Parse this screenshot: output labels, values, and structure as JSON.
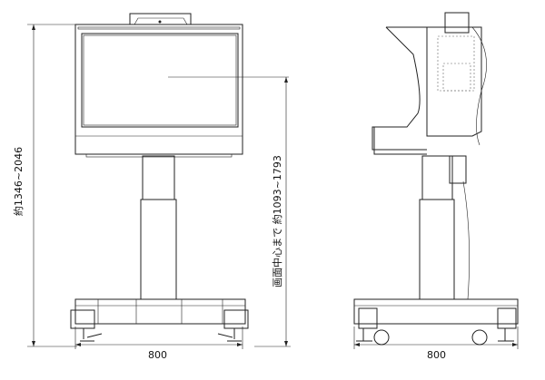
{
  "dimensions": {
    "total_height": "約1346~2046",
    "screen_center_height": "画面中心まで 約1093~1793",
    "front_width": "800",
    "side_width": "800"
  }
}
